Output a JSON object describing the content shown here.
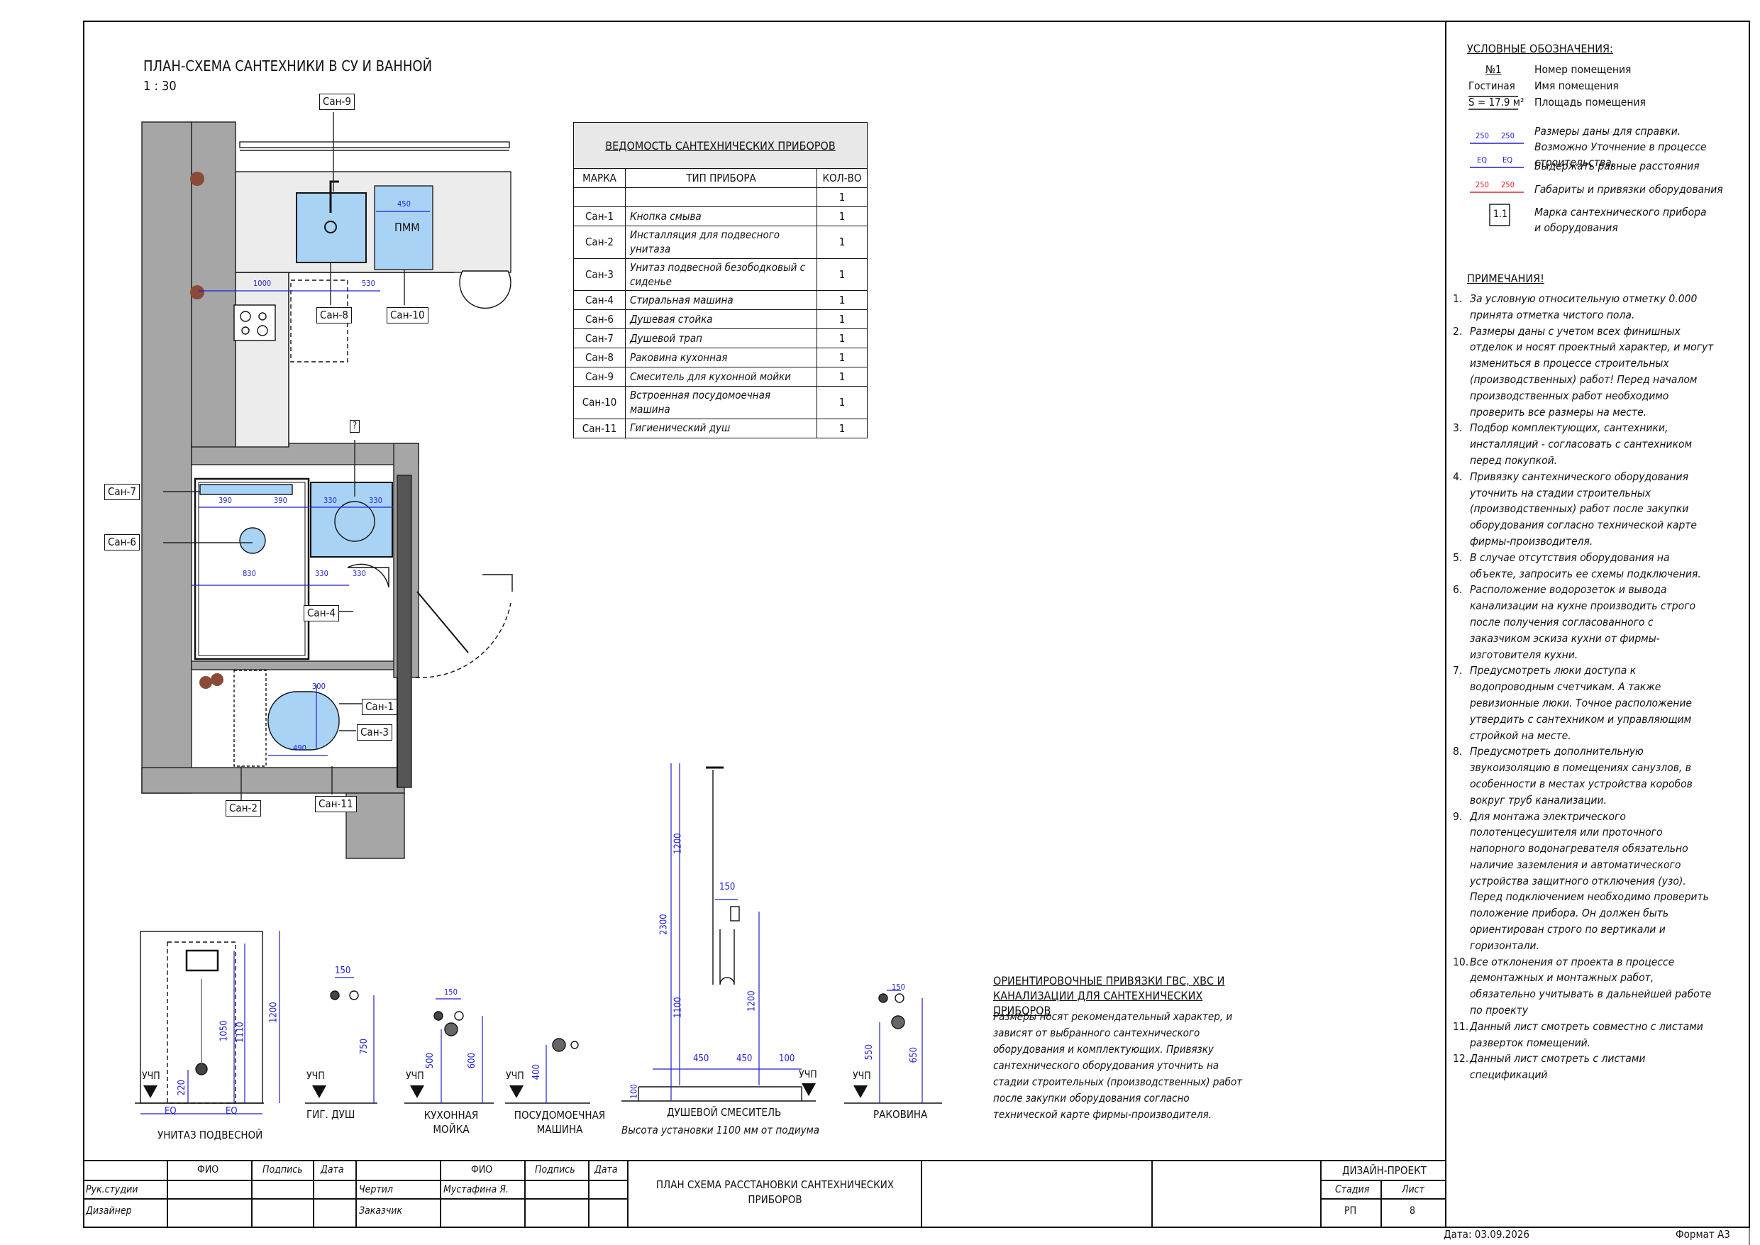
{
  "plan": {
    "title": "ПЛАН-СХЕМА САНТЕХНИКИ В СУ И ВАННОЙ",
    "scale": "1 : 30",
    "tags": [
      "Сан-9",
      "Сан-8",
      "Сан-10",
      "Сан-7",
      "Сан-6",
      "Сан-4",
      "Сан-1",
      "Сан-3",
      "Сан-2",
      "Сан-11",
      "?"
    ],
    "pmm_label": "ПММ",
    "dims": [
      "450",
      "1000",
      "530",
      "390",
      "390",
      "330",
      "330",
      "830",
      "330",
      "330",
      "490",
      "300"
    ]
  },
  "schedule": {
    "title": "ВЕДОМОСТЬ САНТЕХНИЧЕСКИХ ПРИБОРОВ",
    "headers": [
      "МАРКА",
      "ТИП ПРИБОРА",
      "КОЛ-ВО"
    ],
    "rows": [
      {
        "mark": "",
        "type": "",
        "qty": "1"
      },
      {
        "mark": "Сан-1",
        "type": "Кнопка смыва",
        "qty": "1"
      },
      {
        "mark": "Сан-2",
        "type": "Инсталляция для подвесного унитаза",
        "qty": "1"
      },
      {
        "mark": "Сан-3",
        "type": "Унитаз подвесной безободковый с сиденье",
        "qty": "1"
      },
      {
        "mark": "Сан-4",
        "type": "Стиральная машина",
        "qty": "1"
      },
      {
        "mark": "Сан-6",
        "type": "Душевая стойка",
        "qty": "1"
      },
      {
        "mark": "Сан-7",
        "type": "Душевой трап",
        "qty": "1"
      },
      {
        "mark": "Сан-8",
        "type": "Раковина кухонная",
        "qty": "1"
      },
      {
        "mark": "Сан-9",
        "type": "Смеситель для кухонной мойки",
        "qty": "1"
      },
      {
        "mark": "Сан-10",
        "type": "Встроенная посудомоечная машина",
        "qty": "1"
      },
      {
        "mark": "Сан-11",
        "type": "Гигиенический душ",
        "qty": "1"
      }
    ]
  },
  "legend": {
    "title": "УСЛОВНЫЕ ОБОЗНАЧЕНИЯ:",
    "room_no": "№1",
    "room_name": "Гостиная",
    "room_area": "S = 17.9 м²",
    "room_no_desc": "Номер помещения",
    "room_name_desc": "Имя помещения",
    "room_area_desc": "Площадь помещения",
    "dim_blue_vals": [
      "250",
      "250"
    ],
    "dim_blue_desc": "Размеры даны для справки. Возможно Уточнение в процессе строительства.",
    "dim_eq_vals": [
      "EQ",
      "EQ"
    ],
    "dim_eq_desc": "Выдержать равные расстояния",
    "dim_red_vals": [
      "250",
      "250"
    ],
    "dim_red_desc": "Габариты и привязки оборудования",
    "mark_box": "1.1",
    "mark_desc": "Марка сантехнического прибора и оборудования",
    "colors": {
      "blue": "#1f1fd0",
      "red": "#e0202a",
      "fixture": "#a9d3f5"
    }
  },
  "notes": {
    "title": "ПРИМЕЧАНИЯ!",
    "items": [
      "За условную относительную отметку 0.000 принята отметка чистого пола.",
      "Размеры даны с учетом всех финишных отделок и носят проектный характер, и могут измениться в процессе строительных (производственных) работ! Перед началом производственных работ необходимо проверить все размеры на месте.",
      "Подбор комплектующих, сантехники, инсталляций - согласовать с сантехником перед покупкой.",
      "Привязку сантехнического оборудования уточнить на стадии строительных (производственных) работ после закупки оборудования согласно технической карте фирмы-производителя.",
      "В случае отсутствия оборудования на объекте, запросить ее схемы подключения.",
      "Расположение водорозеток и вывода канализации на кухне производить строго после получения согласованного с заказчиком эскиза кухни от фирмы-изготовителя кухни.",
      "Предусмотреть люки доступа к водопроводным счетчикам. А также ревизионные люки. Точное расположение утвердить с сантехником и управляющим стройкой на месте.",
      "Предусмотреть дополнительную звукоизоляцию в помещениях санузлов, в особенности в местах устройства коробов вокруг труб канализации.",
      "Для монтажа электрического полотенцесушителя или проточного напорного водонагревателя обязательно наличие заземления и автоматического устройства защитного отключения (узо). Перед подключением необходимо проверить положение прибора. Он должен быть ориентирован строго по вертикали и горизонтали.",
      "Все отклонения от проекта в процессе демонтажных и монтажных работ, обязательно учитывать в дальнейшей работе по проекту",
      "Данный лист смотреть совместно с листами разверток помещений.",
      "Данный лист смотреть с листами спецификаций"
    ]
  },
  "elevations": {
    "ucp": "УЧП",
    "toilet": {
      "label": "УНИТАЗ ПОДВЕСНОЙ",
      "dims": [
        "1200",
        "1110",
        "1050",
        "220"
      ],
      "eq": [
        "EQ",
        "EQ"
      ]
    },
    "hyg": {
      "label": "ГИГ. ДУШ",
      "dims": [
        "150",
        "750"
      ]
    },
    "kitchen": {
      "label": "КУХОННАЯ МОЙКА",
      "dims": [
        "150",
        "500",
        "600"
      ]
    },
    "dishwasher": {
      "label": "ПОСУДОМОЕЧНАЯ МАШИНА",
      "dims": [
        "400"
      ]
    },
    "shower": {
      "label": "ДУШЕВОЙ СМЕСИТЕЛЬ",
      "sublabel": "Высота установки 1100 мм от подиума",
      "dims": [
        "1200",
        "2300",
        "150",
        "1100",
        "1200",
        "450",
        "450",
        "100",
        "100"
      ]
    },
    "sink": {
      "label": "РАКОВИНА",
      "dims": [
        "150",
        "550",
        "650"
      ]
    }
  },
  "orient": {
    "title": "ОРИЕНТИРОВОЧНЫЕ ПРИВЯЗКИ ГВС, ХВС И КАНАЛИЗАЦИИ ДЛЯ САНТЕХНИЧЕСКИХ ПРИБОРОВ",
    "text": "Размеры носят рекомендательный характер, и зависят от выбранного сантехнического оборудования и комплектующих. Привязку сантехнического оборудования уточнить на стадии строительных (производственных) работ после закупки оборудования согласно технической карте фирмы-производителя."
  },
  "stamp": {
    "h_fio": "ФИО",
    "h_sign": "Подпись",
    "h_date": "Дата",
    "ruk": "Рук.студии",
    "designer": "Дизайнер",
    "drew": "Чертил",
    "drew_name": "Мустафина Я.",
    "client": "Заказчик",
    "sheet_title": "ПЛАН СХЕМА РАССТАНОВКИ САНТЕХНИЧЕСКИХ ПРИБОРОВ",
    "project": "ДИЗАЙН-ПРОЕКТ",
    "stage_h": "Стадия",
    "sheet_h": "Лист",
    "stage": "РП",
    "sheet": "8"
  },
  "footer": {
    "date": "Дата: 03.09.2026",
    "format": "Формат А3"
  }
}
